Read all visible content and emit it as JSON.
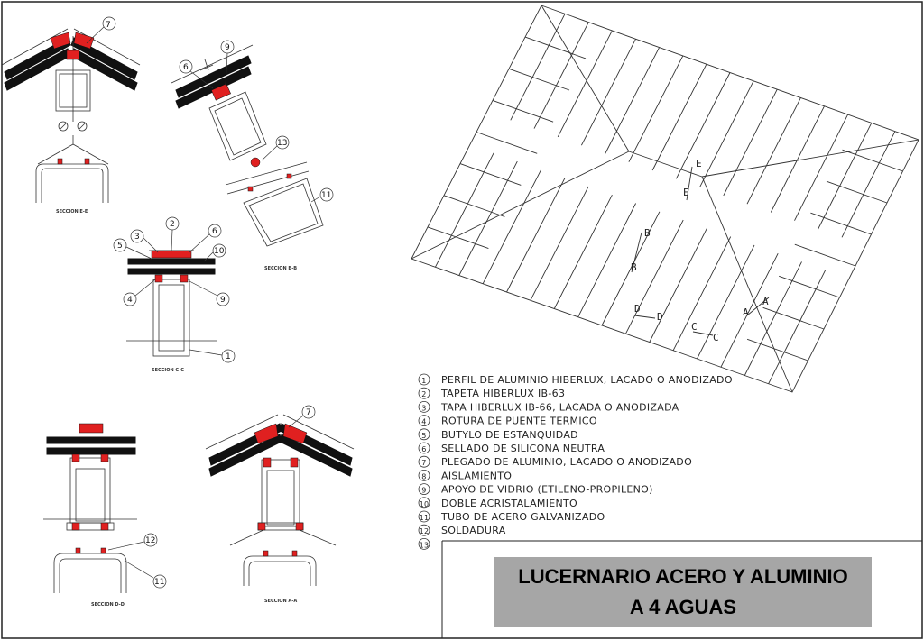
{
  "title": {
    "line1": "LUCERNARIO ACERO Y ALUMINIO",
    "line2": "A 4 AGUAS"
  },
  "legend": [
    {
      "num": "1",
      "text": "PERFIL DE ALUMINIO HIBERLUX, LACADO O ANODIZADO"
    },
    {
      "num": "2",
      "text": "TAPETA HIBERLUX IB-63"
    },
    {
      "num": "3",
      "text": "TAPA HIBERLUX IB-66, LACADA O ANODIZADA"
    },
    {
      "num": "4",
      "text": "ROTURA DE PUENTE TERMICO"
    },
    {
      "num": "5",
      "text": "BUTYLO DE ESTANQUIDAD"
    },
    {
      "num": "6",
      "text": "SELLADO DE SILICONA NEUTRA"
    },
    {
      "num": "7",
      "text": "PLEGADO DE ALUMINIO, LACADO O ANODIZADO"
    },
    {
      "num": "8",
      "text": "AISLAMIENTO"
    },
    {
      "num": "9",
      "text": "APOYO DE VIDRIO (ETILENO-PROPILENO)"
    },
    {
      "num": "10",
      "text": "DOBLE ACRISTALAMIENTO"
    },
    {
      "num": "11",
      "text": "TUBO DE ACERO GALVANIZADO"
    },
    {
      "num": "12",
      "text": "SOLDADURA"
    },
    {
      "num": "13",
      "text": ""
    }
  ],
  "sections": {
    "ee": "SECCION E-E",
    "bb": "SECCION B-B",
    "cc": "SECCION C-C",
    "dd": "SECCION D-D",
    "aa": "SECCION A-A"
  },
  "plan_labels": {
    "e1": "E",
    "e2": "E",
    "b1": "B",
    "b2": "B",
    "d1": "D",
    "d2": "D",
    "c1": "C",
    "c2": "C",
    "a1": "A",
    "a2": "A"
  },
  "callouts": {
    "ee_7": "7",
    "bb_6": "6",
    "bb_9": "9",
    "bb_13": "13",
    "bb_11": "11",
    "cc_2": "2",
    "cc_3": "3",
    "cc_6": "6",
    "cc_5": "5",
    "cc_10": "10",
    "cc_4": "4",
    "cc_9": "9",
    "cc_1": "1",
    "dd_12": "12",
    "dd_11": "11",
    "aa_7": "7"
  },
  "colors": {
    "accent_red": "#e02020",
    "title_bg": "#a6a6a6",
    "line": "#222222"
  }
}
